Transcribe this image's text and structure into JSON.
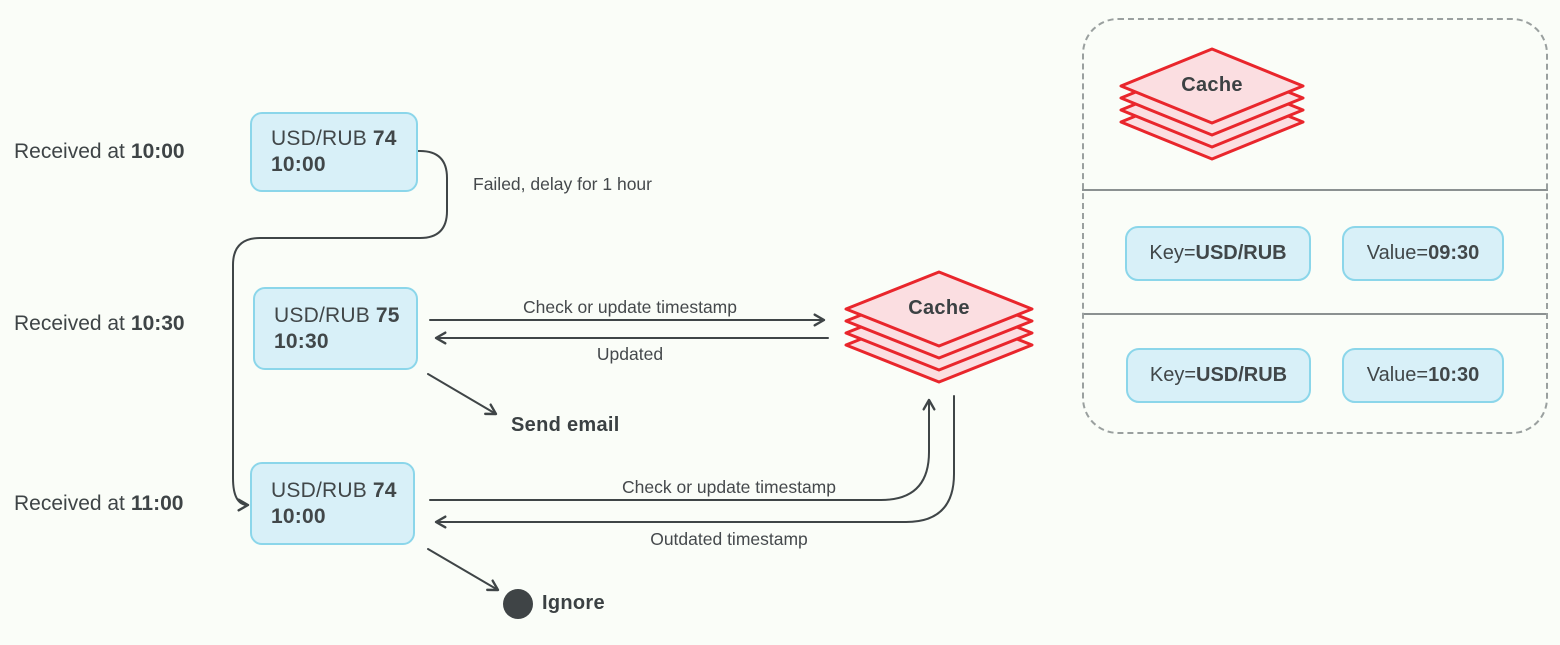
{
  "diagram": {
    "rows": [
      {
        "received": "Received at",
        "time": "10:00",
        "box": {
          "pair": "USD/RUB",
          "rate": "74",
          "timestamp": "10:00"
        }
      },
      {
        "received": "Received at",
        "time": "10:30",
        "box": {
          "pair": "USD/RUB",
          "rate": "75",
          "timestamp": "10:30"
        }
      },
      {
        "received": "Received at",
        "time": "11:00",
        "box": {
          "pair": "USD/RUB",
          "rate": "74",
          "timestamp": "10:00"
        }
      }
    ],
    "edges": {
      "failed": "Failed, delay for 1 hour",
      "check_update_1": "Check or update timestamp",
      "updated": "Updated",
      "send_email": "Send email",
      "check_update_2": "Check or update timestamp",
      "outdated": "Outdated timestamp",
      "ignore": "Ignore"
    },
    "cache_label": "Cache"
  },
  "panel": {
    "cache_label": "Cache",
    "entries": [
      {
        "key_prefix": "Key=",
        "key": "USD/RUB",
        "value_prefix": "Value=",
        "value": "09:30"
      },
      {
        "key_prefix": "Key=",
        "key": "USD/RUB",
        "value_prefix": "Value=",
        "value": "10:30"
      }
    ]
  },
  "colors": {
    "background": "#fafdf8",
    "node_fill": "#d8f0f8",
    "node_border": "#8bd6ea",
    "cache_fill": "#fbdee1",
    "cache_stroke": "#e9262c",
    "arrow": "#3f4547",
    "text": "#3e4446",
    "panel_border": "#9aa09f"
  }
}
